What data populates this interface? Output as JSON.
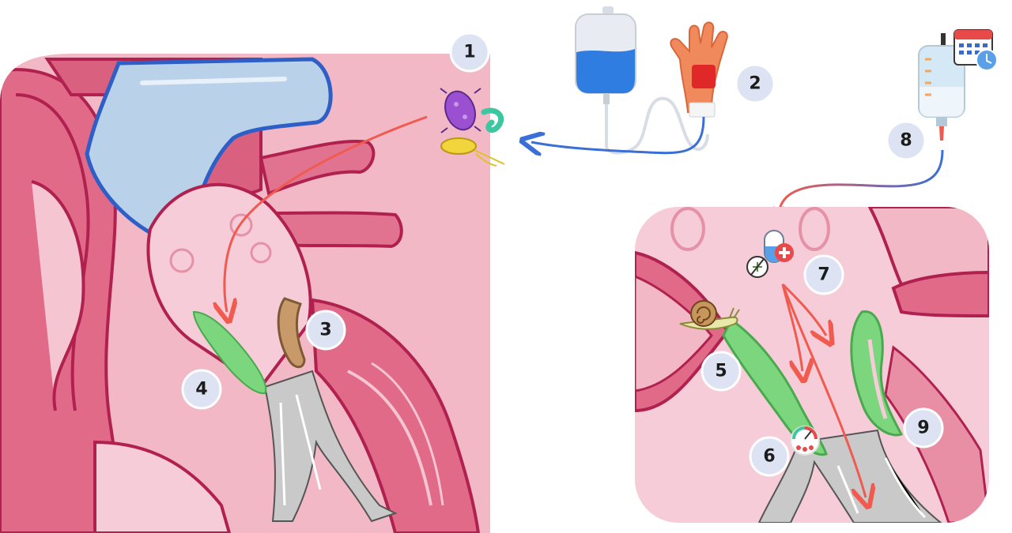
{
  "badges": {
    "b1": "1",
    "b2": "2",
    "b3": "3",
    "b4": "4",
    "b5": "5",
    "b6": "6",
    "b7": "7",
    "b8": "8",
    "b9": "9"
  },
  "colors": {
    "heart_pink": "#f2b8c6",
    "heart_outline": "#b0214f",
    "muscle_red": "#d9607e",
    "vessel_blue": "#b9d2ea",
    "vessel_outline": "#2e5fc7",
    "vegetation_green": "#7bd67e",
    "valve_grey": "#c9c9c9",
    "arrow_red": "#f05a4f",
    "arrow_blue": "#3b6fd8",
    "badge_fill": "#dde3f2"
  },
  "icons": [
    "bacteria-icon",
    "iv-bag-icon",
    "hand-catheter-icon",
    "iv-bag-calendar-icon",
    "snail-icon",
    "pill-medical-icon",
    "gauge-drops-icon"
  ]
}
